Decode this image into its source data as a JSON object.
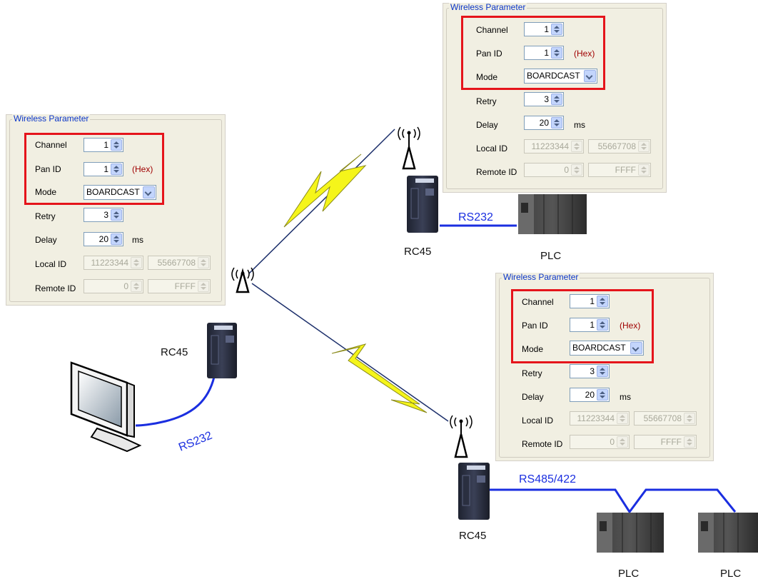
{
  "panels": [
    {
      "legend": "Wireless Parameter",
      "labels": {
        "channel": "Channel",
        "pan_id": "Pan ID",
        "mode": "Mode",
        "retry": "Retry",
        "delay": "Delay",
        "local_id": "Local ID",
        "remote_id": "Remote ID"
      },
      "channel": "1",
      "pan_id": "1",
      "hex": "(Hex)",
      "mode": "BOARDCAST",
      "retry": "3",
      "delay": "20",
      "delay_unit": "ms",
      "local_id": [
        "11223344",
        "55667708"
      ],
      "remote_id": [
        "0",
        "FFFF"
      ]
    },
    {
      "legend": "Wireless Parameter",
      "labels": {
        "channel": "Channel",
        "pan_id": "Pan ID",
        "mode": "Mode",
        "retry": "Retry",
        "delay": "Delay",
        "local_id": "Local ID",
        "remote_id": "Remote ID"
      },
      "channel": "1",
      "pan_id": "1",
      "hex": "(Hex)",
      "mode": "BOARDCAST",
      "retry": "3",
      "delay": "20",
      "delay_unit": "ms",
      "local_id": [
        "11223344",
        "55667708"
      ],
      "remote_id": [
        "0",
        "FFFF"
      ]
    },
    {
      "legend": "Wireless Parameter",
      "labels": {
        "channel": "Channel",
        "pan_id": "Pan ID",
        "mode": "Mode",
        "retry": "Retry",
        "delay": "Delay",
        "local_id": "Local ID",
        "remote_id": "Remote ID"
      },
      "channel": "1",
      "pan_id": "1",
      "hex": "(Hex)",
      "mode": "BOARDCAST",
      "retry": "3",
      "delay": "20",
      "delay_unit": "ms",
      "local_id": [
        "11223344",
        "55667708"
      ],
      "remote_id": [
        "0",
        "FFFF"
      ]
    }
  ],
  "nodes": {
    "rc45_left": "RC45",
    "rc45_top": "RC45",
    "rc45_bottom": "RC45",
    "plc_top": "PLC",
    "plc_bottom_1": "PLC",
    "plc_bottom_2": "PLC"
  },
  "links": {
    "pc_link": "RS232",
    "top_link": "RS232",
    "bottom_link": "RS485/422"
  },
  "colors": {
    "highlight": "#e5141b",
    "cable": "#1a2ee0",
    "lightning": "#f5f51a",
    "panel_bg": "#f1efe2",
    "legend_text": "#0b36c8"
  },
  "icons": [
    "antenna-icon",
    "rc45-device-icon",
    "monitor-icon",
    "plc-icon",
    "lightning-bolt-icon"
  ]
}
